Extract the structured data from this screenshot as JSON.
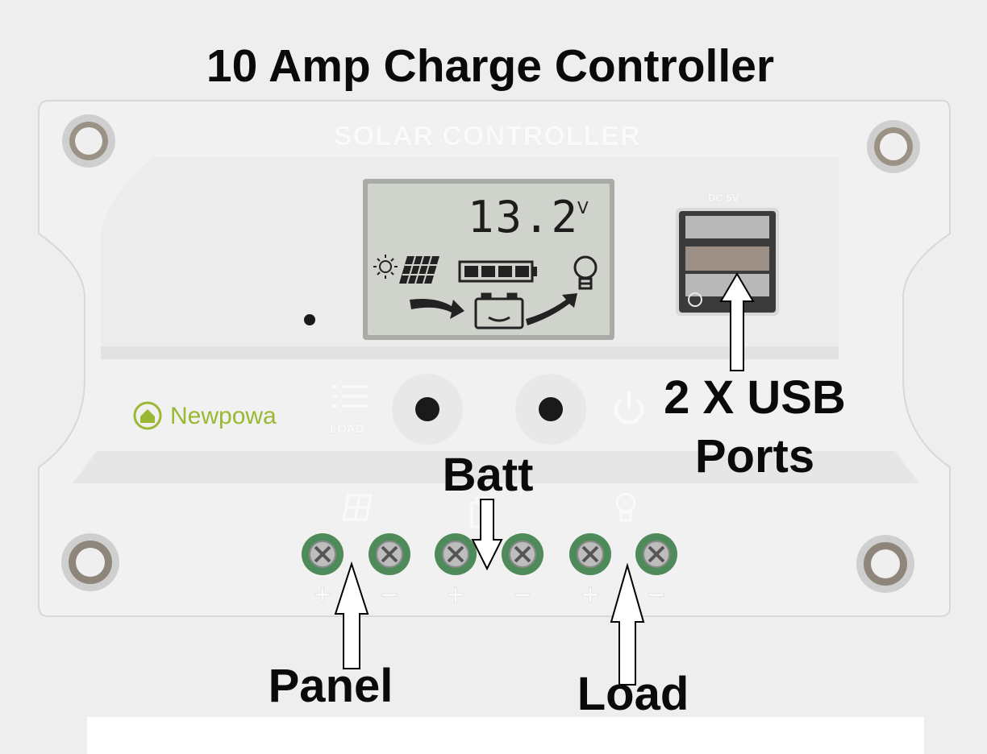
{
  "title": "10 Amp Charge Controller",
  "device": {
    "case_label": "SOLAR CONTROLLER",
    "brand": "Newpowa",
    "display": {
      "reading": "13.2",
      "unit": "V"
    },
    "usb_label": "DC 5V",
    "button_label": "LOAD",
    "terminal_polarity": [
      "+",
      "−",
      "+",
      "−",
      "+",
      "−"
    ]
  },
  "labels": {
    "usb": [
      "2 X USB",
      "Ports"
    ],
    "batt": "Batt",
    "panel": "Panel",
    "load": "Load"
  },
  "colors": {
    "case": "#f1f1f1",
    "lcd": "#cfd3cc",
    "brand": "#9ab833",
    "terminal": "#4f8a5a"
  },
  "icons": [
    "sun-icon",
    "solar-panel-icon",
    "battery-icon",
    "bulb-icon",
    "arrow-icon",
    "power-icon",
    "home-icon",
    "usb-port-icon"
  ]
}
